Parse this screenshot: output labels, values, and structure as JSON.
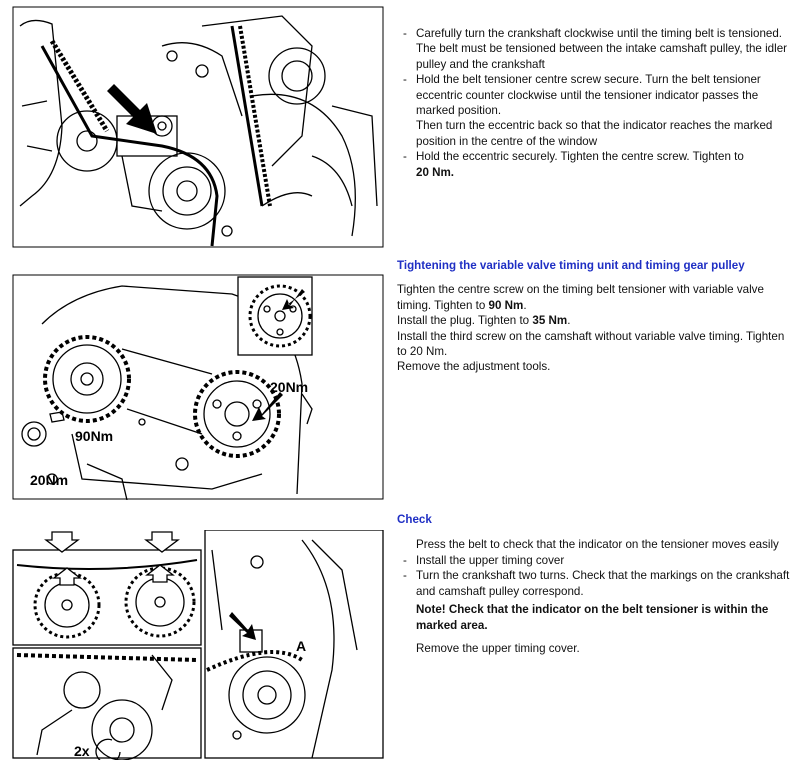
{
  "section1": {
    "steps": [
      {
        "text": "Carefully turn the crankshaft clockwise until the timing belt is tensioned. The belt must be tensioned between the intake camshaft pulley, the idler pulley and the crankshaft"
      },
      {
        "text": "Hold the belt tensioner centre screw secure. Turn the belt tensioner eccentric counter clockwise until the tensioner indicator passes the marked position."
      }
    ],
    "continuation": "Then turn the eccentric back so that the indicator reaches the marked position in the centre of the window",
    "last_step_text": "Hold the eccentric securely. Tighten the centre screw. Tighten to",
    "last_step_value": "20 Nm."
  },
  "section2": {
    "heading": "Tightening the variable valve timing unit and timing gear pulley",
    "line1": "Tighten the centre screw on the timing belt tensioner with variable valve timing. Tighten to",
    "line1_value": "90 Nm",
    "line2": "Install the plug. Tighten to",
    "line2_value": "35 Nm",
    "line3": "Install the third screw on the camshaft without variable valve timing. Tighten to 20 Nm.",
    "line4": "Remove the adjustment tools.",
    "figure_labels": {
      "a": "20Nm",
      "b": "90Nm",
      "c": "20Nm"
    }
  },
  "section3": {
    "heading": "Check",
    "intro": "Press the belt to check that the indicator on the tensioner moves easily",
    "steps": [
      {
        "text": "Install the upper timing cover"
      },
      {
        "text": "Turn the crankshaft two turns. Check that the markings on the crankshaft and camshaft pulley correspond."
      }
    ],
    "note": "Note! Check that the indicator on the belt tensioner is within the marked area.",
    "outro": "Remove the upper timing cover.",
    "figure_labels": {
      "rotations": "2x",
      "marker": "A"
    }
  }
}
